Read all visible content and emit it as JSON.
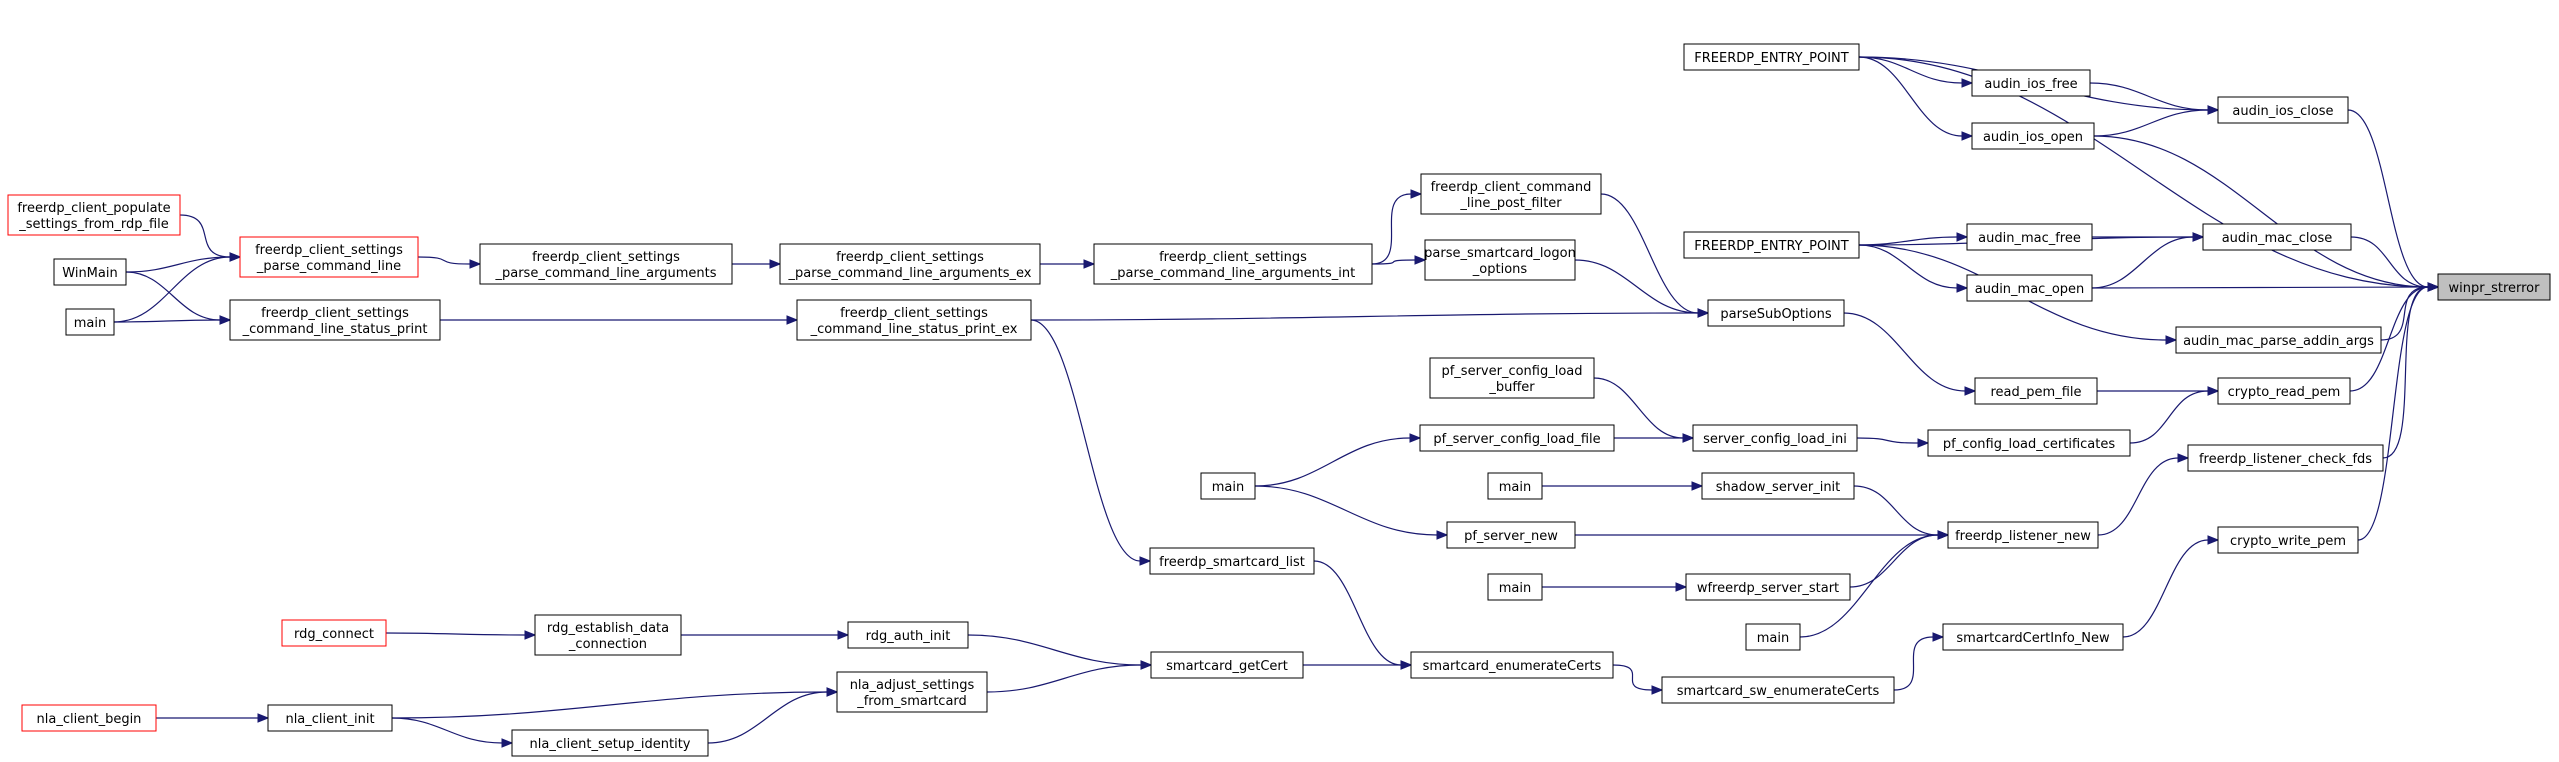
{
  "graph": {
    "colors": {
      "edge": "#191970",
      "node_border": "#000000",
      "node_border_incomplete": "#ff0000",
      "root_fill": "#bfbfbf"
    },
    "nodes": [
      {
        "id": "winpr_strerror",
        "lines": [
          "winpr_strerror"
        ],
        "style": "root"
      },
      {
        "id": "FEP1",
        "lines": [
          "FREERDP_ENTRY_POINT"
        ]
      },
      {
        "id": "audin_ios_free",
        "lines": [
          "audin_ios_free"
        ]
      },
      {
        "id": "audin_ios_open",
        "lines": [
          "audin_ios_open"
        ]
      },
      {
        "id": "audin_ios_close",
        "lines": [
          "audin_ios_close"
        ]
      },
      {
        "id": "FEP2",
        "lines": [
          "FREERDP_ENTRY_POINT"
        ]
      },
      {
        "id": "audin_mac_free",
        "lines": [
          "audin_mac_free"
        ]
      },
      {
        "id": "audin_mac_open",
        "lines": [
          "audin_mac_open"
        ]
      },
      {
        "id": "audin_mac_close",
        "lines": [
          "audin_mac_close"
        ]
      },
      {
        "id": "audin_mac_parse_addin_args",
        "lines": [
          "audin_mac_parse_addin_args"
        ]
      },
      {
        "id": "clpf",
        "lines": [
          "freerdp_client_command",
          "_line_post_filter"
        ]
      },
      {
        "id": "psl",
        "lines": [
          "parse_smartcard_logon",
          "_options"
        ]
      },
      {
        "id": "parseSubOptions",
        "lines": [
          "parseSubOptions"
        ]
      },
      {
        "id": "read_pem_file",
        "lines": [
          "read_pem_file"
        ]
      },
      {
        "id": "crypto_read_pem",
        "lines": [
          "crypto_read_pem"
        ]
      },
      {
        "id": "populate",
        "lines": [
          "freerdp_client_populate",
          "_settings_from_rdp_file"
        ],
        "style": "red"
      },
      {
        "id": "pcl",
        "lines": [
          "freerdp_client_settings",
          "_parse_command_line"
        ],
        "style": "red"
      },
      {
        "id": "pcla",
        "lines": [
          "freerdp_client_settings",
          "_parse_command_line_arguments"
        ]
      },
      {
        "id": "pclaex",
        "lines": [
          "freerdp_client_settings",
          "_parse_command_line_arguments_ex"
        ]
      },
      {
        "id": "pclaint",
        "lines": [
          "freerdp_client_settings",
          "_parse_command_line_arguments_int"
        ]
      },
      {
        "id": "WinMain",
        "lines": [
          "WinMain"
        ]
      },
      {
        "id": "main1",
        "lines": [
          "main"
        ]
      },
      {
        "id": "clsp",
        "lines": [
          "freerdp_client_settings",
          "_command_line_status_print"
        ]
      },
      {
        "id": "clspex",
        "lines": [
          "freerdp_client_settings",
          "_command_line_status_print_ex"
        ]
      },
      {
        "id": "pscb",
        "lines": [
          "pf_server_config_load",
          "_buffer"
        ]
      },
      {
        "id": "pscf",
        "lines": [
          "pf_server_config_load_file"
        ]
      },
      {
        "id": "scli",
        "lines": [
          "server_config_load_ini"
        ]
      },
      {
        "id": "pflc",
        "lines": [
          "pf_config_load_certificates"
        ]
      },
      {
        "id": "main2",
        "lines": [
          "main"
        ]
      },
      {
        "id": "main3",
        "lines": [
          "main"
        ]
      },
      {
        "id": "ssi",
        "lines": [
          "shadow_server_init"
        ]
      },
      {
        "id": "psn",
        "lines": [
          "pf_server_new"
        ]
      },
      {
        "id": "fln",
        "lines": [
          "freerdp_listener_new"
        ]
      },
      {
        "id": "flcf",
        "lines": [
          "freerdp_listener_check_fds"
        ]
      },
      {
        "id": "main4",
        "lines": [
          "main"
        ]
      },
      {
        "id": "wfss",
        "lines": [
          "wfreerdp_server_start"
        ]
      },
      {
        "id": "cwp",
        "lines": [
          "crypto_write_pem"
        ]
      },
      {
        "id": "fscl",
        "lines": [
          "freerdp_smartcard_list"
        ]
      },
      {
        "id": "main5",
        "lines": [
          "main"
        ]
      },
      {
        "id": "sciNew",
        "lines": [
          "smartcardCertInfo_New"
        ]
      },
      {
        "id": "rdg_connect",
        "lines": [
          "rdg_connect"
        ],
        "style": "red"
      },
      {
        "id": "rdgedc",
        "lines": [
          "rdg_establish_data",
          "_connection"
        ]
      },
      {
        "id": "rdgai",
        "lines": [
          "rdg_auth_init"
        ]
      },
      {
        "id": "scgc",
        "lines": [
          "smartcard_getCert"
        ]
      },
      {
        "id": "scec",
        "lines": [
          "smartcard_enumerateCerts"
        ]
      },
      {
        "id": "scswec",
        "lines": [
          "smartcard_sw_enumerateCerts"
        ]
      },
      {
        "id": "nlacb",
        "lines": [
          "nla_client_begin"
        ],
        "style": "red"
      },
      {
        "id": "nlaci",
        "lines": [
          "nla_client_init"
        ]
      },
      {
        "id": "nlaas",
        "lines": [
          "nla_adjust_settings",
          "_from_smartcard"
        ]
      },
      {
        "id": "nlacsi",
        "lines": [
          "nla_client_setup_identity"
        ]
      }
    ],
    "edges": [
      [
        "FEP1",
        "winpr_strerror"
      ],
      [
        "FEP1",
        "audin_ios_free"
      ],
      [
        "FEP1",
        "audin_ios_open"
      ],
      [
        "FEP1",
        "audin_ios_close"
      ],
      [
        "audin_ios_free",
        "audin_ios_close"
      ],
      [
        "audin_ios_open",
        "audin_ios_close"
      ],
      [
        "audin_ios_open",
        "winpr_strerror"
      ],
      [
        "audin_ios_close",
        "winpr_strerror"
      ],
      [
        "FEP2",
        "audin_mac_close"
      ],
      [
        "FEP2",
        "audin_mac_free"
      ],
      [
        "FEP2",
        "audin_mac_open"
      ],
      [
        "FEP2",
        "audin_mac_parse_addin_args"
      ],
      [
        "audin_mac_free",
        "audin_mac_close"
      ],
      [
        "audin_mac_open",
        "audin_mac_close"
      ],
      [
        "audin_mac_open",
        "winpr_strerror"
      ],
      [
        "audin_mac_close",
        "winpr_strerror"
      ],
      [
        "audin_mac_parse_addin_args",
        "winpr_strerror"
      ],
      [
        "populate",
        "pcl"
      ],
      [
        "WinMain",
        "pcl"
      ],
      [
        "main1",
        "pcl"
      ],
      [
        "WinMain",
        "clsp"
      ],
      [
        "main1",
        "clsp"
      ],
      [
        "pcl",
        "pcla"
      ],
      [
        "pcla",
        "pclaex"
      ],
      [
        "pclaex",
        "pclaint"
      ],
      [
        "pclaint",
        "clpf"
      ],
      [
        "pclaint",
        "psl"
      ],
      [
        "clpf",
        "parseSubOptions"
      ],
      [
        "psl",
        "parseSubOptions"
      ],
      [
        "clsp",
        "clspex"
      ],
      [
        "clspex",
        "parseSubOptions"
      ],
      [
        "parseSubOptions",
        "read_pem_file"
      ],
      [
        "read_pem_file",
        "crypto_read_pem"
      ],
      [
        "crypto_read_pem",
        "winpr_strerror"
      ],
      [
        "pscb",
        "scli"
      ],
      [
        "pscf",
        "scli"
      ],
      [
        "main2",
        "pscf"
      ],
      [
        "main2",
        "psn"
      ],
      [
        "scli",
        "pflc"
      ],
      [
        "pflc",
        "crypto_read_pem"
      ],
      [
        "main3",
        "ssi"
      ],
      [
        "ssi",
        "fln"
      ],
      [
        "psn",
        "fln"
      ],
      [
        "main4",
        "wfss"
      ],
      [
        "wfss",
        "fln"
      ],
      [
        "main5",
        "fln"
      ],
      [
        "fln",
        "flcf"
      ],
      [
        "flcf",
        "winpr_strerror"
      ],
      [
        "cwp",
        "winpr_strerror"
      ],
      [
        "clspex",
        "fscl"
      ],
      [
        "fscl",
        "scec"
      ],
      [
        "rdg_connect",
        "rdgedc"
      ],
      [
        "rdgedc",
        "rdgai"
      ],
      [
        "rdgai",
        "scgc"
      ],
      [
        "nlaas",
        "scgc"
      ],
      [
        "scgc",
        "scec"
      ],
      [
        "scec",
        "scswec"
      ],
      [
        "scswec",
        "sciNew"
      ],
      [
        "sciNew",
        "cwp"
      ],
      [
        "nlacb",
        "nlaci"
      ],
      [
        "nlaci",
        "nlaas"
      ],
      [
        "nlaci",
        "nlacsi"
      ],
      [
        "nlacsi",
        "nlaas"
      ]
    ]
  }
}
